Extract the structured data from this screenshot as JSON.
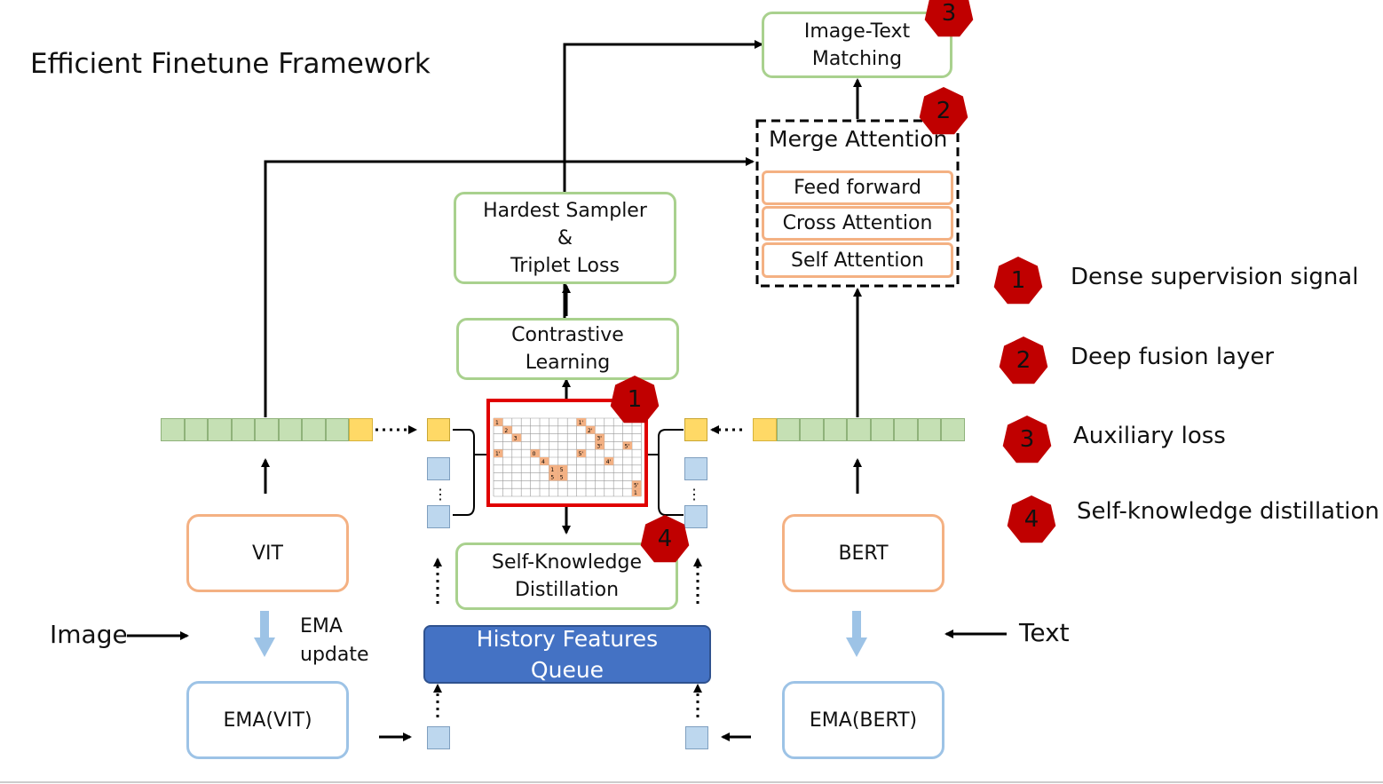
{
  "title": "Efficient Finetune Framework",
  "boxes": {
    "itm": "Image-Text\nMatching",
    "merge_title": "Merge Attention",
    "feed_forward": "Feed forward",
    "cross_attention": "Cross Attention",
    "self_attention": "Self Attention",
    "hardest": "Hardest Sampler\n&\nTriplet Loss",
    "contrastive": "Contrastive\nLearning",
    "skd": "Self-Knowledge\nDistillation",
    "queue": "History Features\nQueue",
    "vit": "VIT",
    "bert": "BERT",
    "ema_vit": "EMA(VIT)",
    "ema_bert": "EMA(BERT)"
  },
  "io": {
    "image": "Image",
    "text": "Text",
    "ema_update": "EMA\nupdate"
  },
  "badges": {
    "itm": "3",
    "merge": "2",
    "matrix": "1",
    "skd": "4"
  },
  "legend": [
    {
      "num": "1",
      "label": "Dense supervision signal"
    },
    {
      "num": "2",
      "label": "Deep fusion layer"
    },
    {
      "num": "3",
      "label": "Auxiliary loss"
    },
    {
      "num": "4",
      "label": "Self-knowledge distillation"
    }
  ],
  "matrix_labels": [
    "1",
    "2",
    "3",
    "0",
    "4",
    "1",
    "5",
    "5",
    "5",
    "1'",
    "2'",
    "3'",
    "3'",
    "4'",
    "5'",
    "1",
    "1'",
    "5'",
    "5'"
  ],
  "colors": {
    "badge": "#c00000",
    "green_border": "#a9d18e",
    "orange_border": "#f4b183",
    "blue_border": "#9dc3e6",
    "queue_fill": "#4472c4",
    "token_green": "#c5e0b4",
    "token_yellow": "#ffd966",
    "token_blue": "#bdd7ee",
    "matrix_border": "#e00000",
    "matrix_cell": "#f4b183"
  }
}
